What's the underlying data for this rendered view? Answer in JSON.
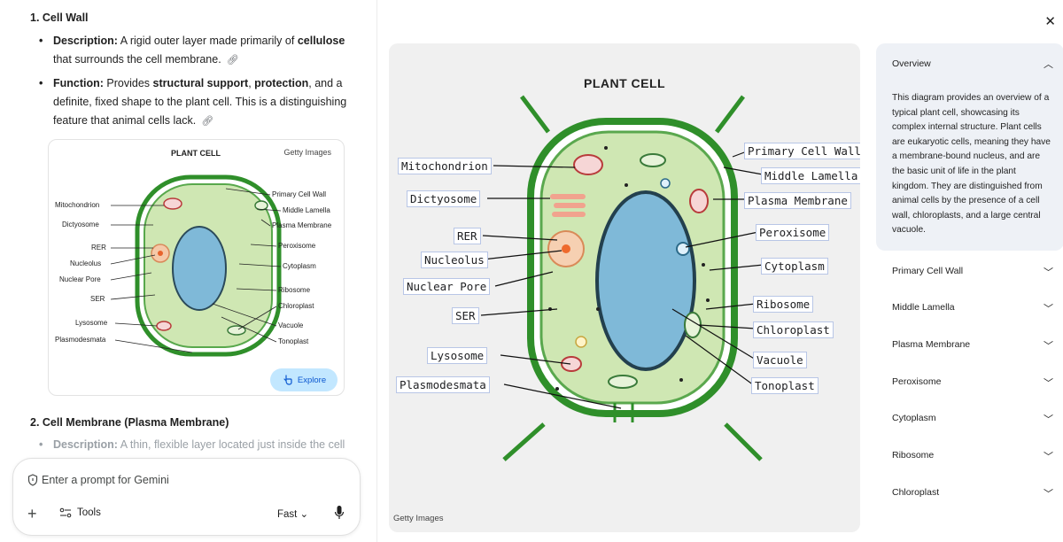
{
  "chat": {
    "section1_title": "1. Cell Wall",
    "bullet1_label": "Description:",
    "bullet1_text_a": " A rigid outer layer made primarily of ",
    "bullet1_bold": "cellulose",
    "bullet1_text_b": "that surrounds the cell membrane.",
    "bullet2_label": "Function:",
    "bullet2_text_a": " Provides ",
    "bullet2_bold_a": "structural support",
    "bullet2_text_b": ", ",
    "bullet2_bold_b": "protection",
    "bullet2_text_c": ", and a",
    "bullet2_text_d": "definite, fixed shape to the plant cell. This is a distinguishing",
    "bullet2_text_e": "feature that animal cells lack.",
    "section2_title": "2. Cell Membrane (Plasma Membrane)",
    "bullet3_label": "Description:",
    "bullet3_text": " A thin, flexible layer located just inside the cell",
    "thumbnail": {
      "title": "PLANT CELL",
      "credit": "Getty Images",
      "explore_label": "Explore",
      "left_labels": [
        "Mitochondrion",
        "Dictyosome",
        "RER",
        "Nucleolus",
        "Nuclear Pore",
        "SER",
        "Lysosome",
        "Plasmodesmata"
      ],
      "right_labels": [
        "Primary Cell Wall",
        "Middle Lamella",
        "Plasma Membrane",
        "Peroxisome",
        "Cytoplasm",
        "Ribosome",
        "Chloroplast",
        "Vacuole",
        "Tonoplast"
      ]
    },
    "prompt": {
      "placeholder": "Enter a prompt for Gemini",
      "tools_label": "Tools",
      "mode_label": "Fast ⌄"
    }
  },
  "viewer": {
    "diagram_title": "PLANT CELL",
    "credit": "Getty Images",
    "left_labels": [
      "Mitochondrion",
      "Dictyosome",
      "RER",
      "Nucleolus",
      "Nuclear Pore",
      "SER",
      "Lysosome",
      "Plasmodesmata"
    ],
    "right_labels": [
      "Primary Cell Wall",
      "Middle Lamella",
      "Plasma Membrane",
      "Peroxisome",
      "Cytoplasm",
      "Ribosome",
      "Chloroplast",
      "Vacuole",
      "Tonoplast"
    ],
    "overview": {
      "title": "Overview",
      "body": "This diagram provides an overview of a typical plant cell, showcasing its complex internal structure. Plant cells are eukaryotic cells, meaning they have a membrane-bound nucleus, and are the basic unit of life in the plant kingdom. They are distinguished from animal cells by the presence of a cell wall, chloroplasts, and a large central vacuole."
    },
    "accordion": [
      "Primary Cell Wall",
      "Middle Lamella",
      "Plasma Membrane",
      "Peroxisome",
      "Cytoplasm",
      "Ribosome",
      "Chloroplast"
    ]
  },
  "icons": {
    "close": "close-icon",
    "link": "link-icon",
    "shield": "shield-icon",
    "mic": "mic-icon",
    "tools": "tools-icon",
    "chevron_up": "chevron-up-icon",
    "chevron_down": "chevron-down-icon"
  },
  "colors": {
    "cell_wall": "#2f8f2a",
    "cytoplasm": "#cfe7b3",
    "vacuole": "#7fb9d8",
    "explore_bg": "#c2e7ff",
    "overview_bg": "#eef1f6"
  }
}
